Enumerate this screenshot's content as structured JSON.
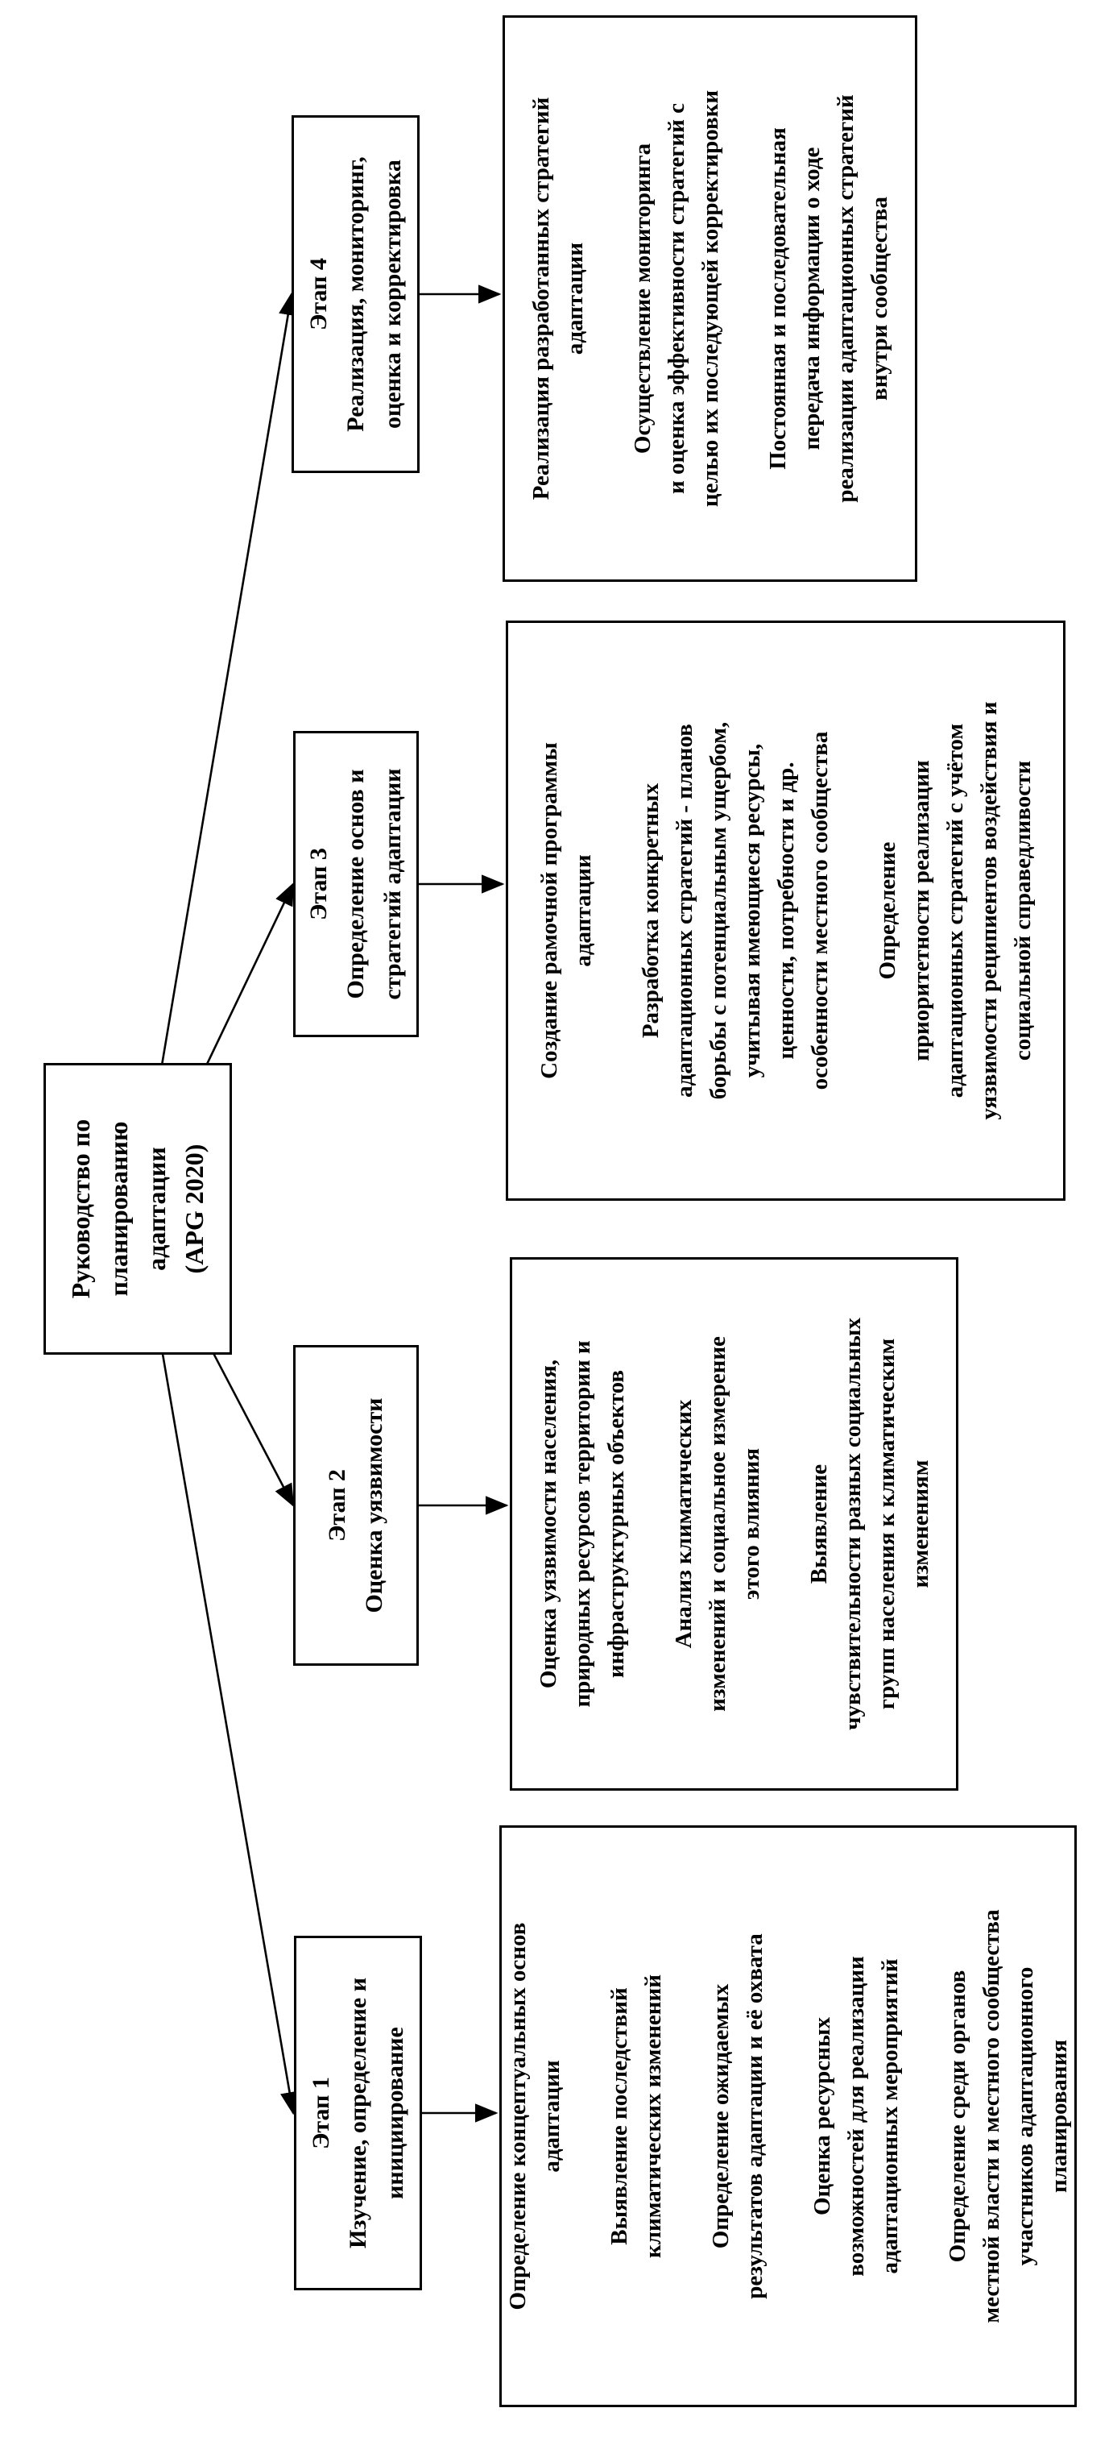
{
  "diagram": {
    "colors": {
      "ink": "#000000",
      "background": "#ffffff"
    },
    "root": {
      "lines": [
        "Руководство по",
        "планированию",
        "адаптации",
        "(APG 2020)"
      ]
    },
    "stages": [
      {
        "id": "etap-1",
        "lines": [
          "Этап 1",
          "Изучение, определение и",
          "инициирование"
        ]
      },
      {
        "id": "etap-2",
        "lines": [
          "Этап 2",
          "Оценка уязвимости"
        ]
      },
      {
        "id": "etap-3",
        "lines": [
          "Этап 3",
          "Определение основ и",
          "стратегий адаптации"
        ]
      },
      {
        "id": "etap-4",
        "lines": [
          "Этап 4",
          "Реализация, мониторинг,",
          "оценка и корректировка"
        ]
      }
    ],
    "details": [
      {
        "paragraphs": [
          [
            "Определение концептуальных основ",
            "адаптации"
          ],
          [
            "Выявление последствий",
            "климатических изменений"
          ],
          [
            "Определение ожидаемых",
            "результатов адаптации и её охвата"
          ],
          [
            "Оценка ресурсных",
            "возможностей для реализации",
            "адаптационных мероприятий"
          ],
          [
            "Определение среди органов",
            "местной власти и местного сообщества",
            "участников адаптационного",
            "планирования"
          ]
        ]
      },
      {
        "paragraphs": [
          [
            "Оценка уязвимости населения,",
            "природных ресурсов территории и",
            "инфраструктурных объектов"
          ],
          [
            "Анализ климатических",
            "изменений и социальное измерение",
            "этого влияния"
          ],
          [
            "Выявление",
            "чувствительности разных социальных",
            "групп населения к климатическим",
            "изменениям"
          ]
        ]
      },
      {
        "paragraphs": [
          [
            "Создание рамочной программы",
            "адаптации"
          ],
          [
            "Разработка конкретных",
            "адаптационных стратегий - планов",
            "борьбы с потенциальным ущербом,",
            "учитывая имеющиеся ресурсы,",
            "ценности, потребности и др.",
            "особенности местного сообщества"
          ],
          [
            "Определение",
            "приоритетности реализации",
            "адаптационных стратегий с учётом",
            "уязвимости реципиентов воздействия и",
            "социальной справедливости"
          ]
        ]
      },
      {
        "paragraphs": [
          [
            "Реализация разработанных стратегий",
            "адаптации"
          ],
          [
            "Осуществление мониторинга",
            "и оценка эффективности стратегий с",
            "целью их последующей корректировки"
          ],
          [
            "Постоянная и последовательная",
            "передача информации о ходе",
            "реализации адаптационных стратегий",
            "внутри сообщества"
          ]
        ]
      }
    ]
  }
}
